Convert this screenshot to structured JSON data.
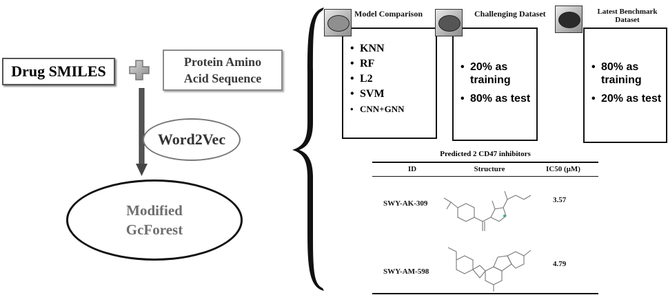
{
  "left": {
    "drug_label": "Drug SMILES",
    "plus_icon": "plus-icon",
    "protein_line1": "Protein Amino",
    "protein_line2": "Acid Sequence",
    "embedding_label": "Word2Vec",
    "model_line1": "Modified",
    "model_line2": "GcForest"
  },
  "panels": [
    {
      "title": "Model Comparison",
      "icon": "gray-oval-icon",
      "items": [
        "KNN",
        "RF",
        "L2",
        "SVM",
        "CNN+GNN"
      ]
    },
    {
      "title": "Challenging Dataset",
      "icon": "dark-oval-icon",
      "items": [
        "20% as training",
        "80% as test"
      ]
    },
    {
      "title_line1": "Latest Benchmark",
      "title_line2": "Dataset",
      "icon": "black-oval-icon",
      "items": [
        "80% as training",
        "20% as test"
      ]
    }
  ],
  "table": {
    "title": "Predicted 2 CD47 inhibitors",
    "headers": [
      "ID",
      "Structure",
      "IC50 (μM)"
    ],
    "rows": [
      {
        "id": "SWY-AK-309",
        "ic50": "3.57"
      },
      {
        "id": "SWY-AM-598",
        "ic50": "4.79"
      }
    ]
  },
  "colors": {
    "ink": "#111111",
    "gray_text": "#6e6e6e",
    "oval_light": "#8f8f8f",
    "oval_mid": "#555555",
    "oval_dark": "#2a2a2a"
  }
}
